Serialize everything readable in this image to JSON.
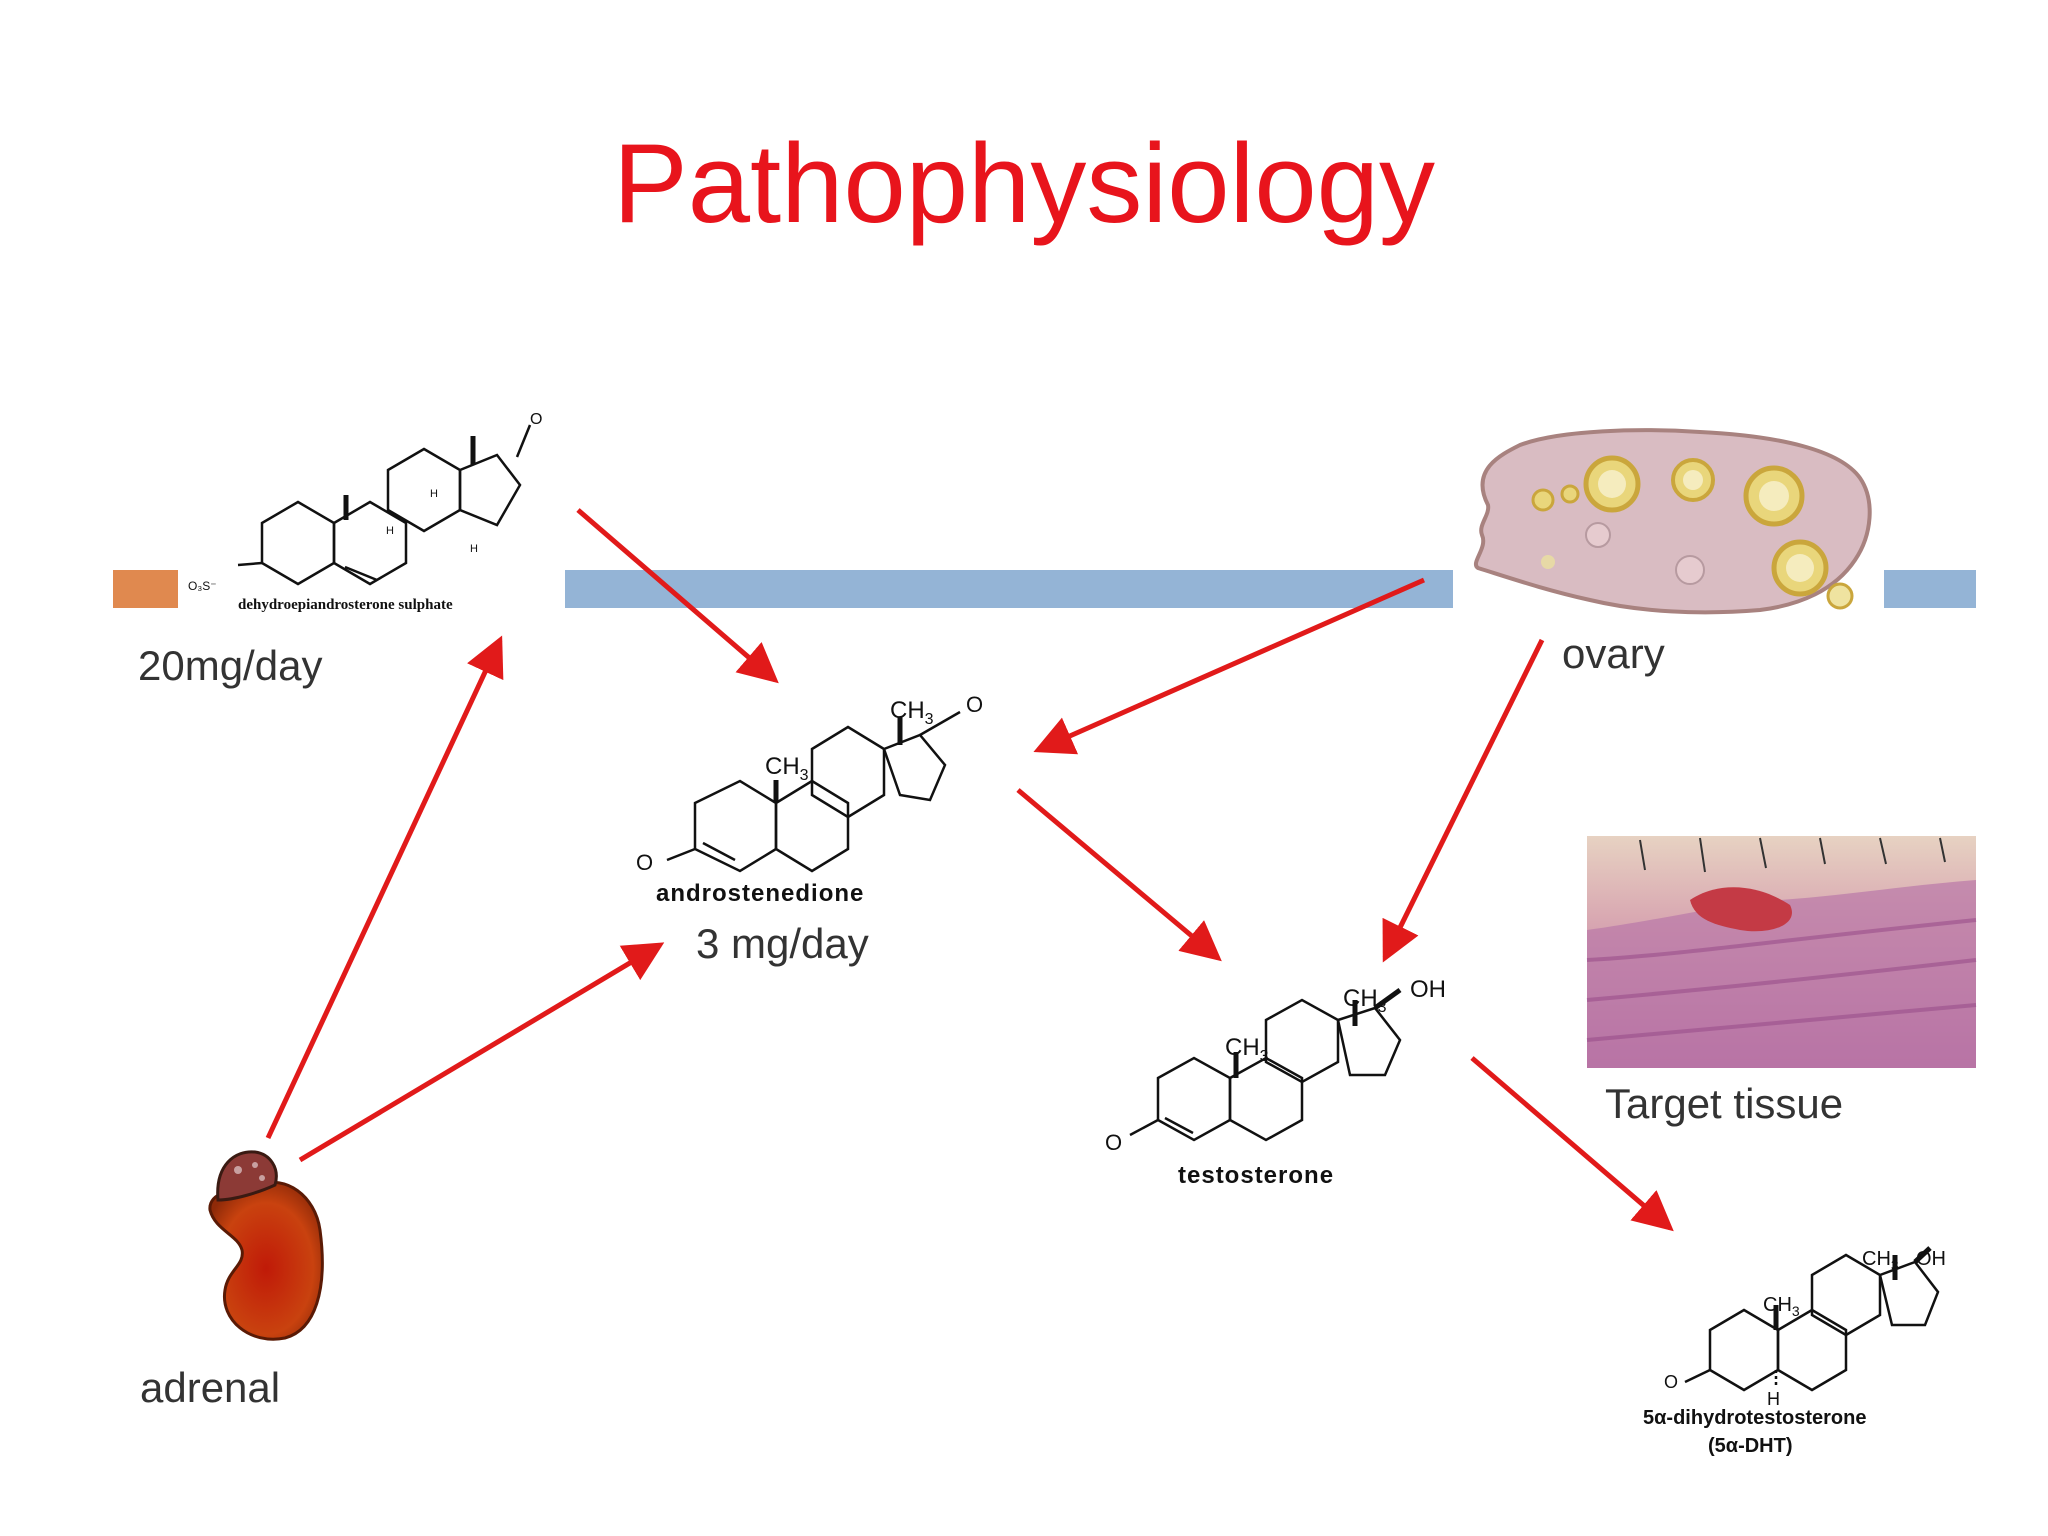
{
  "title": "Pathophysiology",
  "labels": {
    "dheas_amount": "20mg/day",
    "ovary": "ovary",
    "andro_amount": "3 mg/day",
    "target_tissue": "Target tissue",
    "adrenal": "adrenal"
  },
  "molecules": {
    "dheas": "dehydroepiandrosterone sulphate",
    "andro": "androstenedione",
    "testo": "testosterone",
    "dht_line1": "5α-dihydrotestosterone",
    "dht_line2": "(5α-DHT)"
  },
  "atoms": {
    "ch3": "CH",
    "sub3": "3",
    "o": "O",
    "oh": "OH",
    "h": "H",
    "o3s": "O₃S⁻"
  },
  "colors": {
    "title": "#e8141c",
    "arrow": "#e11a1a",
    "bar": "#94b4d6",
    "orange_block": "#e0894f"
  }
}
